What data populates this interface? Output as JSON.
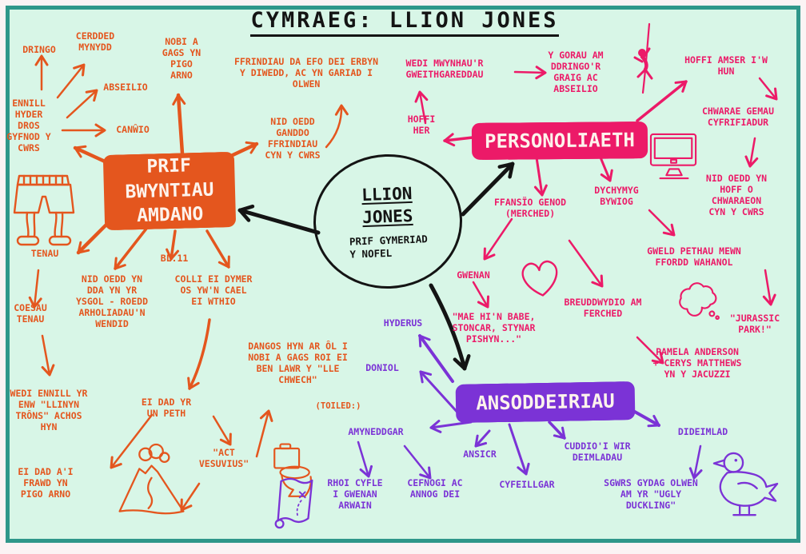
{
  "page_title": "CYMRAEG: LLION JONES",
  "center": {
    "name_line1": "LLION",
    "name_line2": "JONES",
    "subtitle_line1": "PRIF GYMERIAD",
    "subtitle_line2": "Y NOFEL"
  },
  "colors": {
    "orange": "#e4561e",
    "pink": "#ec1a68",
    "purple": "#7b33d6",
    "ink": "#141414",
    "background": "#d8f6e7",
    "frame": "#2f978a"
  },
  "branches": {
    "main_points": {
      "title": "PRIF BWYNTIAU AMDANO",
      "nodes": {
        "dringo": "DRINGO",
        "cerdded_mynydd": "CERDDED MYNYDD",
        "nobi_a_gags": "NOBI A GAGS YN PIGO ARNO",
        "abseilio": "ABSEILIO",
        "ennill_hyder": "ENNILL HYDER DROS GYFNOD Y CWRS",
        "canwio": "CANŴIO",
        "ffrindiau_da": "FFRINDIAU DA EFO DEI ERBYN Y DIWEDD, AC YN GARIAD I OLWEN",
        "nid_oedd_ffrindiau": "NID OEDD GANDDO FFRINDIAU CYN Y CWRS",
        "tenau": "TENAU",
        "coesau_tenau": "COESAU TENAU",
        "nid_oedd_ysgol": "NID OEDD YN DDA YN YR YSGOL - ROEDD ARHOLIADAU'N WENDID",
        "bl11": "BL.11",
        "colli_tymer": "COLLI EI DYMER OS YW'N CAEL EI WTHIO",
        "llinyn_trons": "WEDI ENNILL YR ENW \"LLINYN TRÔNS\" ACHOS HYN",
        "ei_dad_un_peth": "EI DAD YR UN PETH",
        "ei_dad_frawd": "EI DAD A'I FRAWD YN PIGO ARNO",
        "act_vesuvius": "\"ACT VESUVIUS\"",
        "dangos_hyn": "DANGOS HYN AR ÔL I NOBI A GAGS ROI EI BEN LAWR Y \"LLE CHWECH\"",
        "toiled_caption": "(TOILED:)"
      }
    },
    "personality": {
      "title": "PERSONOLIAETH",
      "nodes": {
        "wedi_mwynhau": "WEDI MWYNHAU'R GWEITHGAREDDAU",
        "y_gorau": "Y GORAU AM DDRINGO'R GRAIG AC ABSEILIO",
        "hoffi_amser": "HOFFI AMSER I'W HUN",
        "hoffi_her": "HOFFI HER",
        "chwarae_gemau": "CHWARAE GEMAU CYFRIFIADUR",
        "nid_hoff_chwaraeon": "NID OEDD YN HOFF O CHWARAEON CYN Y CWRS",
        "dychymyg": "DYCHYMYG BYWIOG",
        "ffansio": "FFANSÏO GENOD (MERCHED)",
        "gwenan": "GWENAN",
        "mae_hin_babe": "\"MAE HI'N BABE, STONCAR, STYNAR PISHYN...\"",
        "breuddwydio": "BREUDDWYDIO AM FERCHED",
        "gweld_pethau": "GWELD PETHAU MEWN FFORDD WAHANOL",
        "jurassic": "\"JURASSIC PARK!\"",
        "pamela": "PAMELA ANDERSON + CERYS MATTHEWS YN Y JACUZZI"
      }
    },
    "adjectives": {
      "title": "ANSODDEIRIAU",
      "nodes": {
        "hyderus": "HYDERUS",
        "doniol": "DONIOL",
        "amyneddgar": "AMYNEDDGAR",
        "ansicr": "ANSICR",
        "cuddio": "CUDDIO'I WIR DEIMLADAU",
        "cyfeillgar": "CYFEILLGAR",
        "dideimlad": "DIDEIMLAD",
        "rhoi_cyfle": "RHOI CYFLE I GWENAN ARWAIN",
        "cefnogi": "CEFNOGI AC ANNOG DEI",
        "sgwrs": "SGWRS GYDAG OLWEN AM YR \"UGLY DUCKLING\""
      }
    }
  },
  "icons": [
    "shorts-icon",
    "volcano-icon",
    "toilet-icon",
    "climber-icon",
    "monitor-icon",
    "heart-icon",
    "thought-bubble-icon",
    "duck-icon",
    "treasure-map-icon"
  ]
}
